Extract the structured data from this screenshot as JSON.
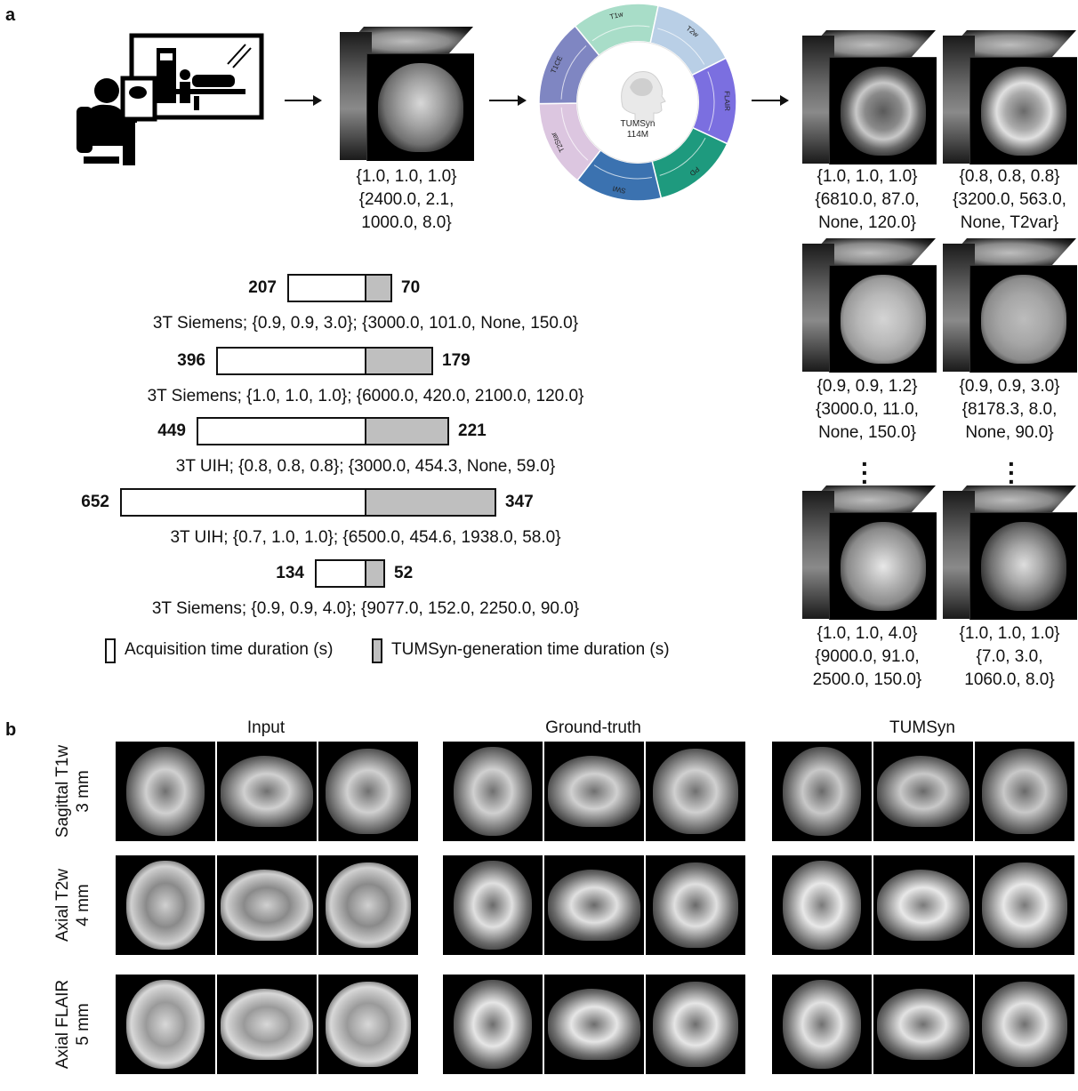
{
  "panel_a_letter": "a",
  "panel_b_letter": "b",
  "input_params": [
    "{1.0, 1.0, 1.0}",
    "{2400.0, 2.1,",
    "1000.0, 8.0}"
  ],
  "wheel": {
    "model_name": "TUMSyn",
    "model_size": "114M",
    "sectors": [
      {
        "label": "T1w",
        "color": "#a8ddc8"
      },
      {
        "label": "T2w",
        "color": "#b9cfe6"
      },
      {
        "label": "FLAIR",
        "color": "#7b6fe0"
      },
      {
        "label": "PD",
        "color": "#1e9a7e"
      },
      {
        "label": "SWI",
        "color": "#3b72b0"
      },
      {
        "label": "T2Star",
        "color": "#dcc6e0"
      },
      {
        "label": "T1CE",
        "color": "#7f86c2"
      }
    ]
  },
  "outputs": [
    {
      "params": [
        "{1.0, 1.0, 1.0}",
        "{6810.0, 87.0,",
        "None, 120.0}"
      ]
    },
    {
      "params": [
        "{0.8, 0.8, 0.8}",
        "{3200.0, 563.0,",
        "None, T2var}"
      ]
    },
    {
      "params": [
        "{0.9, 0.9, 1.2}",
        "{3000.0, 11.0,",
        "None, 150.0}"
      ]
    },
    {
      "params": [
        "{0.9, 0.9, 3.0}",
        "{8178.3, 8.0,",
        "None, 90.0}"
      ]
    },
    {
      "params": [
        "{1.0, 1.0, 4.0}",
        "{9000.0, 91.0,",
        "2500.0, 150.0}"
      ]
    },
    {
      "params": [
        "{1.0, 1.0, 1.0}",
        "{7.0, 3.0,",
        "1060.0, 8.0}"
      ]
    }
  ],
  "chart_data": {
    "type": "bar",
    "orientation": "horizontal-stacked-diverging",
    "series": [
      {
        "name": "Acquisition time duration (s)",
        "values": [
          207,
          396,
          449,
          652,
          134
        ],
        "color": "#ffffff"
      },
      {
        "name": "TUMSyn-generation time duration (s)",
        "values": [
          70,
          179,
          221,
          347,
          52
        ],
        "color": "#bfbfbf"
      }
    ],
    "categories": [
      "3T Siemens; {0.9, 0.9, 3.0}; {3000.0, 101.0, None, 150.0}",
      "3T Siemens; {1.0, 1.0, 1.0}; {6000.0, 420.0, 2100.0, 120.0}",
      "3T UIH; {0.8, 0.8, 0.8}; {3000.0, 454.3, None, 59.0}",
      "3T UIH; {0.7, 1.0, 1.0}; {6500.0, 454.6, 1938.0, 58.0}",
      "3T Siemens; {0.9, 0.9, 4.0}; {9077.0, 152.0, 2250.0, 90.0}"
    ],
    "legend": [
      "Acquisition time duration (s)",
      "TUMSyn-generation time duration (s)"
    ]
  },
  "panel_b": {
    "columns": [
      "Input",
      "Ground-truth",
      "TUMSyn"
    ],
    "rows": [
      {
        "line1": "Sagittal T1w",
        "line2": "3 mm"
      },
      {
        "line1": "Axial T2w",
        "line2": "4 mm"
      },
      {
        "line1": "Axial FLAIR",
        "line2": "5 mm"
      }
    ]
  }
}
